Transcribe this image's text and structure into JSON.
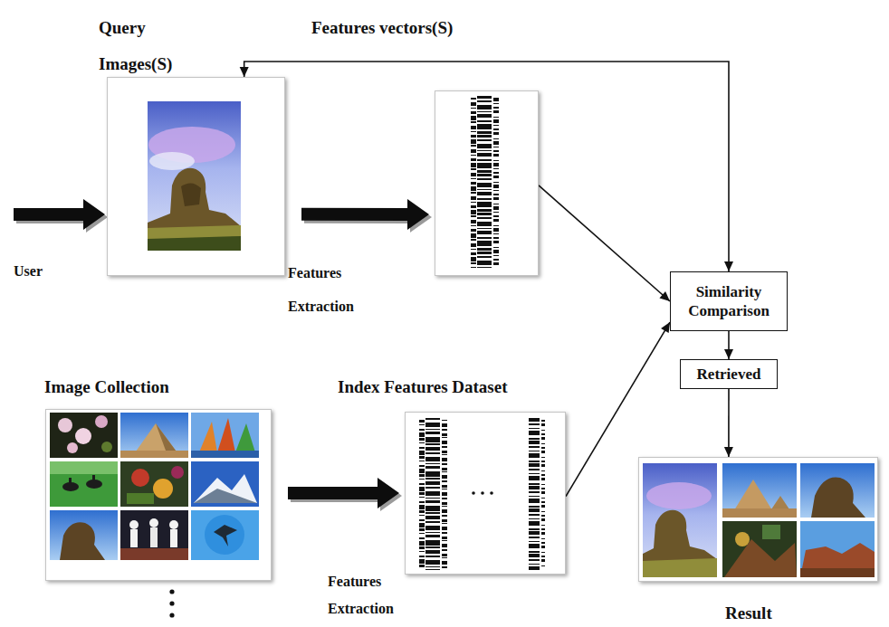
{
  "diagram": {
    "nodes": [
      {
        "text": [
          "Query Images(S)"
        ]
      },
      {
        "text": [
          "Features vectors(S)"
        ]
      },
      {
        "text": [
          "Similarity Comparison"
        ]
      },
      {
        "text": [
          "Retrieved"
        ]
      },
      {
        "text": [
          "Image Collection"
        ]
      },
      {
        "text": [
          "Index Features Dataset"
        ]
      },
      {
        "text": [
          "Result"
        ]
      }
    ],
    "edges": [
      {
        "from": 0,
        "to": 1,
        "arrow": "to"
      },
      {
        "from": 1,
        "to": 2,
        "arrow": "to"
      },
      {
        "from": 0,
        "to": 2,
        "arrow": "both"
      },
      {
        "from": 4,
        "to": 5,
        "arrow": "to"
      },
      {
        "from": 5,
        "to": 2,
        "arrow": "to"
      },
      {
        "from": 2,
        "to": 3,
        "arrow": "to"
      },
      {
        "from": 3,
        "to": 6,
        "arrow": "to"
      }
    ],
    "labels": [
      "User",
      "Features Extraction",
      "Features Extraction"
    ]
  }
}
